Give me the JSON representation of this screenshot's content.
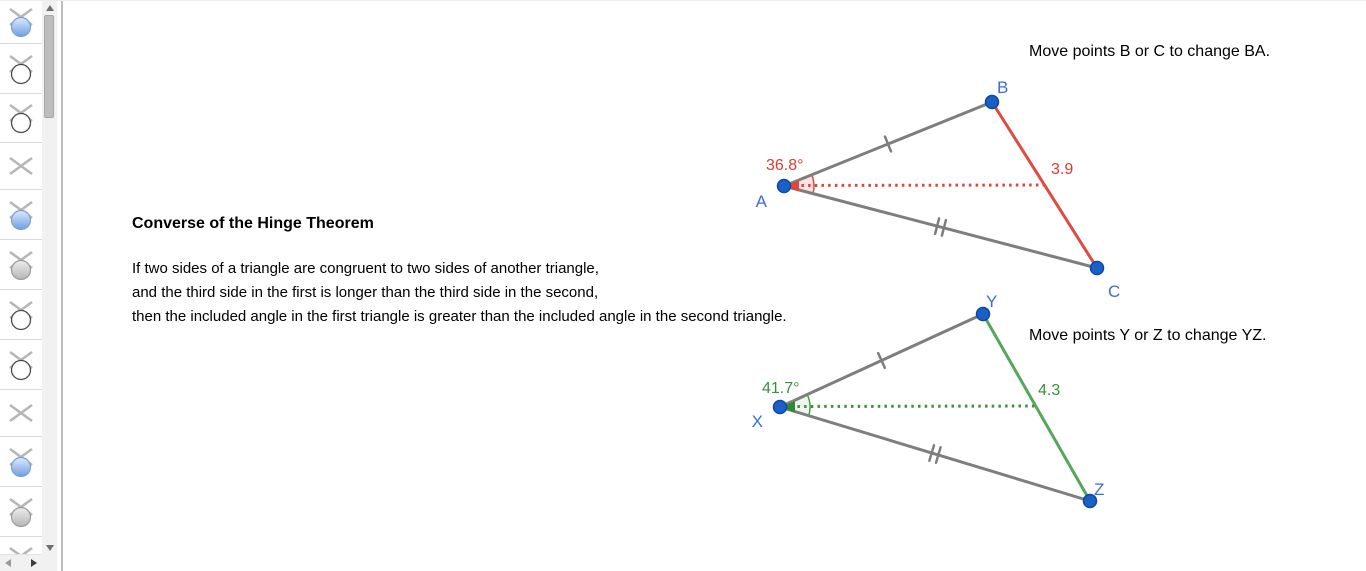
{
  "sidebar": {
    "icons": [
      "marble-blue",
      "marble-hollow",
      "marble-hollow",
      "cross",
      "marble-blue",
      "marble-gray",
      "marble-hollow",
      "marble-hollow",
      "cross",
      "marble-blue",
      "marble-gray",
      "cross"
    ]
  },
  "theorem": {
    "title": "Converse of the Hinge Theorem",
    "lines": [
      "If two sides of a triangle are congruent to two sides of another triangle,",
      "and the third side in the first is longer than the third side in the second,",
      "then the included angle in the first triangle is greater than the included angle in the second triangle."
    ]
  },
  "figure1": {
    "instruction": "Move points B or C to change BA.",
    "angle": "36.8°",
    "side": "3.9",
    "labels": {
      "A": "A",
      "B": "B",
      "C": "C"
    }
  },
  "figure2": {
    "instruction": "Move points Y or Z to change YZ.",
    "angle": "41.7°",
    "side": "4.3",
    "labels": {
      "X": "X",
      "Y": "Y",
      "Z": "Z"
    }
  },
  "colors": {
    "red": "#e0453d",
    "green": "#4a9b4e",
    "point_blue": "#1b60c6",
    "label_blue": "#3b6fd6",
    "line_gray": "#7e7e7e"
  }
}
